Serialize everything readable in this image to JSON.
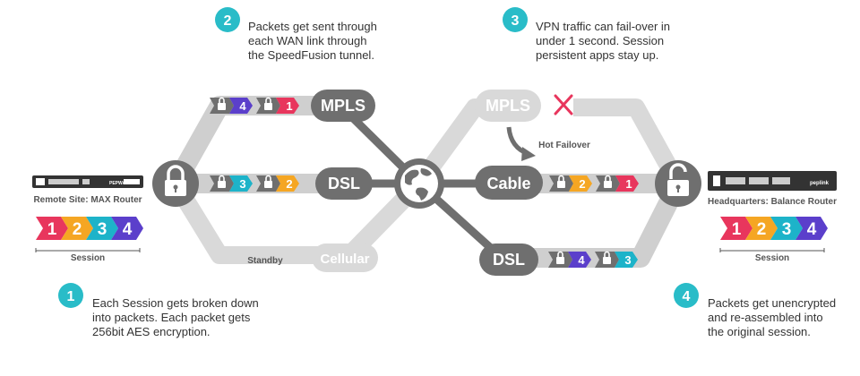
{
  "steps": [
    {
      "number": "1",
      "text": "Each Session gets broken down\ninto packets. Each packet gets\n256bit AES encryption."
    },
    {
      "number": "2",
      "text": "Packets get sent through\neach WAN link through\nthe SpeedFusion tunnel."
    },
    {
      "number": "3",
      "text": "VPN traffic can fail-over in\nunder 1 second. Session\npersistent apps stay up."
    },
    {
      "number": "4",
      "text": "Packets get unencrypted\nand re-assembled into\nthe original session."
    }
  ],
  "left_site": {
    "label": "Remote Site: MAX Router",
    "device_brand": "PEPWAVE",
    "session_label": "Session"
  },
  "right_site": {
    "label": "Headquarters: Balance Router",
    "device_brand": "peplink",
    "session_label": "Session"
  },
  "session_numbers": [
    "1",
    "2",
    "3",
    "4"
  ],
  "left_links": {
    "mpls": "MPLS",
    "dsl": "DSL",
    "cellular": "Cellular",
    "standby": "Standby"
  },
  "right_links": {
    "mpls": "MPLS",
    "cable": "Cable",
    "dsl": "DSL",
    "hot_failover": "Hot Failover"
  },
  "left_mpls_packets": [
    "4",
    "1"
  ],
  "left_dsl_packets": [
    "3",
    "2"
  ],
  "right_cable_packets": [
    "2",
    "1"
  ],
  "right_dsl_packets": [
    "4",
    "3"
  ],
  "colors": {
    "teal": "#29BCC8",
    "pink": "#E8365D",
    "orange": "#F5A623",
    "blue_teal": "#1DB3C9",
    "purple": "#5B3FCB",
    "dark_gray": "#6F6F6F",
    "light_gray": "#D9D9D9",
    "text": "#333333"
  }
}
